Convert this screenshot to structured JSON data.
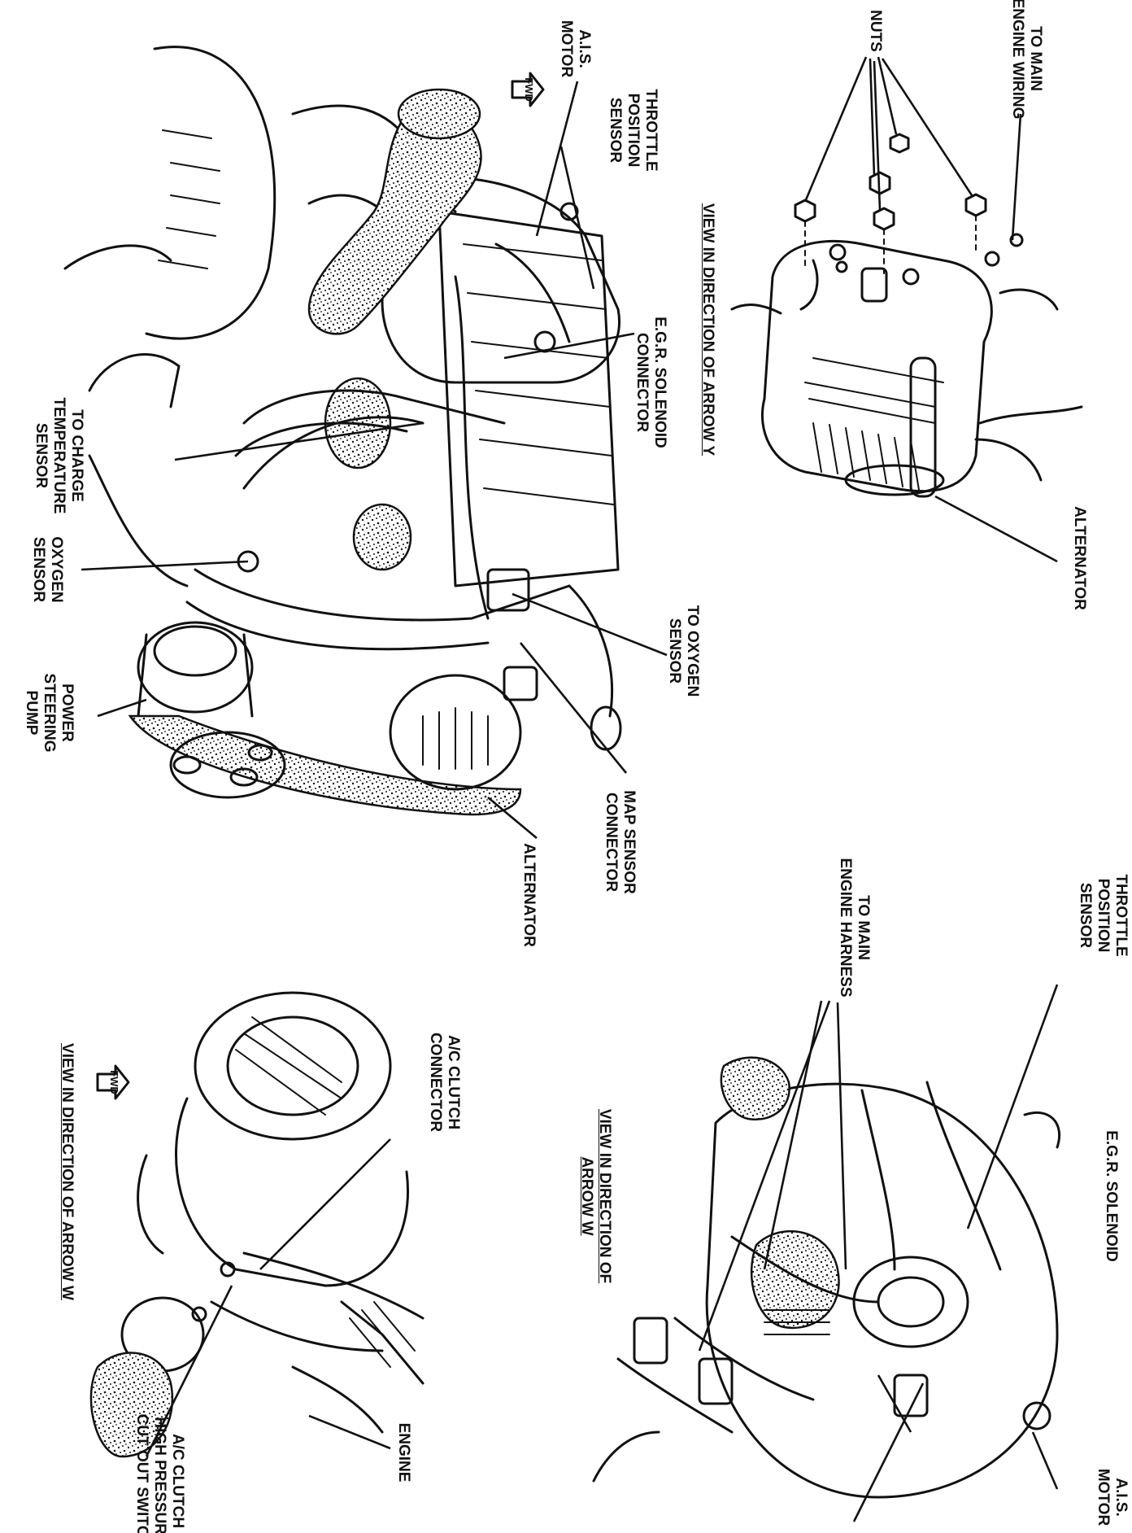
{
  "labels": {
    "to_main_engine_wiring": "TO MAIN\nENGINE WIRING",
    "nuts": "NUTS",
    "alternator_top": "ALTERNATOR",
    "view_arrow_y": "VIEW IN DIRECTION OF ARROW Y",
    "ais_motor_top": "A.I.S.\nMOTOR",
    "tps_top": "THROTTLE\nPOSITION\nSENSOR",
    "egr_connector": "E.G.R. SOLENOID\nCONNECTOR",
    "to_charge_temp": "TO CHARGE\nTEMPERATURE\nSENSOR",
    "oxygen_sensor": "OXYGEN\nSENSOR",
    "power_steering": "POWER\nSTEERING\nPUMP",
    "to_oxygen_sensor": "TO OXYGEN\nSENSOR",
    "map_sensor": "MAP SENSOR\nCONNECTOR",
    "alternator_mid": "ALTERNATOR",
    "tps_lower": "THROTTLE\nPOSITION\nSENSOR",
    "to_main_harness": "TO MAIN\nENGINE HARNESS",
    "egr_solenoid": "E.G.R. SOLENOID",
    "view_arrow_w_short": "VIEW IN DIRECTION OF\nARROW W",
    "ais_motor_lower": "A.I.S.\nMOTOR",
    "view_arrow_w": "VIEW IN DIRECTION OF ARROW W",
    "ac_clutch_connector": "A/C CLUTCH\nCONNECTOR",
    "engine": "ENGINE",
    "ac_switch": "A/C CLUTCH\nHIGH PRESSURE\nCUT OUT SWITCH",
    "fwd": "FWD"
  }
}
